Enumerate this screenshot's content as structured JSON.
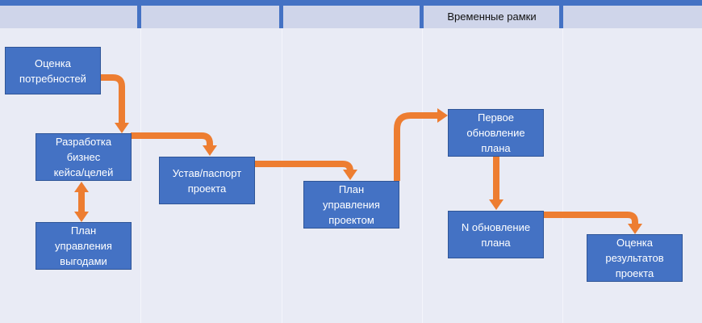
{
  "header": {
    "timeframe_label": "Временные рамки"
  },
  "colors": {
    "box": "#4472c4",
    "arrow": "#ed7d31",
    "background": "#e9ebf5",
    "band": "#cfd5ea"
  },
  "nodes": [
    {
      "id": "needs",
      "label": "Оценка\nпотребностей"
    },
    {
      "id": "business-case",
      "label": "Разработка\nбизнес\nкейса/целей"
    },
    {
      "id": "benefits-plan",
      "label": "План\nуправления\nвыгодами"
    },
    {
      "id": "charter",
      "label": "Устав/паспорт\nпроекта"
    },
    {
      "id": "pm-plan",
      "label": "План\nуправления\nпроектом"
    },
    {
      "id": "first-update",
      "label": "Первое\nобновление\nплана"
    },
    {
      "id": "n-update",
      "label": "N обновление\nплана"
    },
    {
      "id": "results",
      "label": "Оценка\nрезультатов\nпроекта"
    }
  ]
}
